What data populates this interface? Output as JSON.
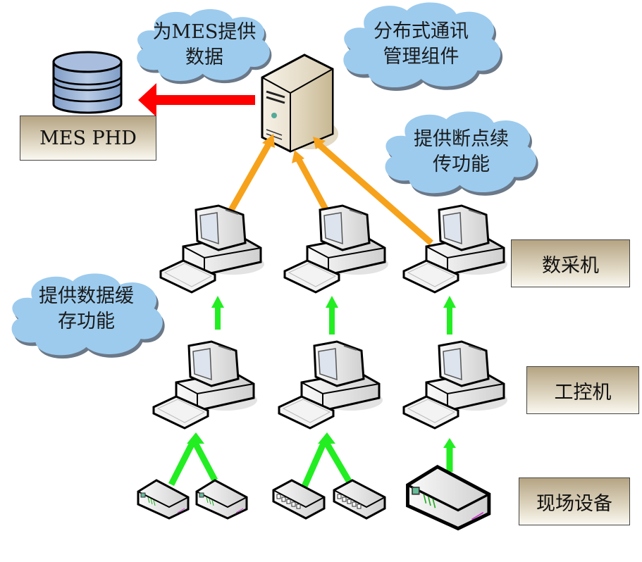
{
  "diagram": {
    "title": "MES PHD data collection architecture",
    "clouds": [
      {
        "id": "cloud-provide-mes-data",
        "lines": [
          "为MES提供",
          "数据"
        ]
      },
      {
        "id": "cloud-distributed-comm",
        "lines": [
          "分布式通讯",
          "管理组件"
        ]
      },
      {
        "id": "cloud-resume-transfer",
        "lines": [
          "提供断点续",
          "传功能"
        ]
      },
      {
        "id": "cloud-data-cache",
        "lines": [
          "提供数据缓",
          "存功能"
        ]
      }
    ],
    "labels": {
      "mes_phd": "MES PHD",
      "data_collector": "数采机",
      "industrial_pc": "工控机",
      "field_devices": "现场设备"
    },
    "nodes": {
      "database": "MES PHD database",
      "server": "communication server",
      "data_collectors": [
        "数采机 1",
        "数采机 2",
        "数采机 3"
      ],
      "industrial_pcs": [
        "工控机 1",
        "工控机 2",
        "工控机 3"
      ],
      "field_devices": [
        "modem 1",
        "modem 2",
        "switch 1",
        "switch 2",
        "large modem"
      ]
    },
    "colors": {
      "cloud": "#9ccbee",
      "red_arrow": "#ff0000",
      "orange_arrow": "#f7a21b",
      "green_arrow": "#22ee22",
      "label_box_top": "#b5a483",
      "label_box_bottom": "#faf8f2",
      "db_fill": "#9fb7d8"
    }
  }
}
